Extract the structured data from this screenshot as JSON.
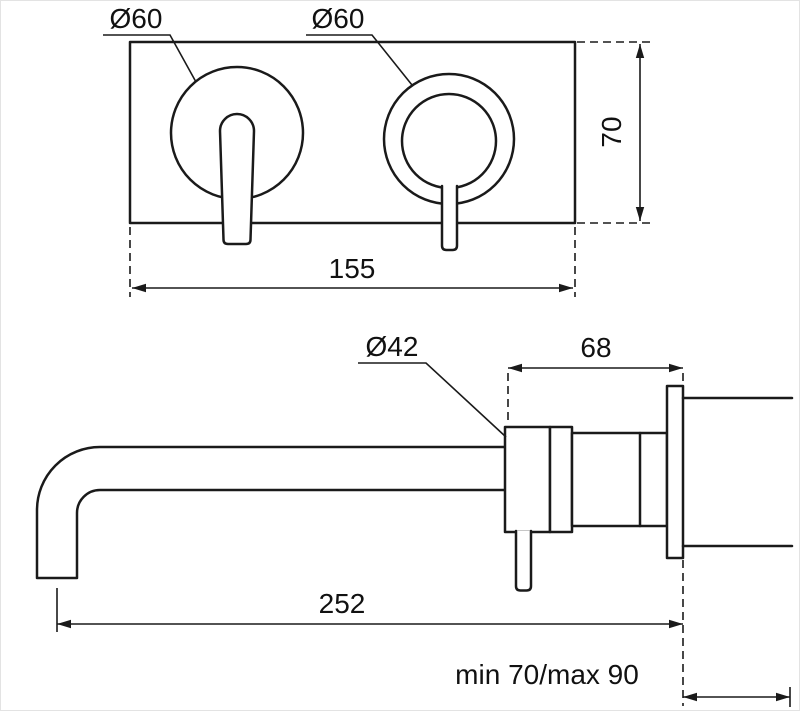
{
  "drawing": {
    "line_color": "#1a1a1a",
    "background_color": "#ffffff",
    "front_view": {
      "left_handle_diameter_label": "Ø60",
      "right_handle_diameter_label": "Ø60",
      "plate_height_label": "70",
      "plate_width_label": "155"
    },
    "side_view": {
      "body_diameter_label": "Ø42",
      "body_depth_label": "68",
      "spout_reach_label": "252",
      "wall_depth_range_label": "min 70/max 90"
    }
  }
}
